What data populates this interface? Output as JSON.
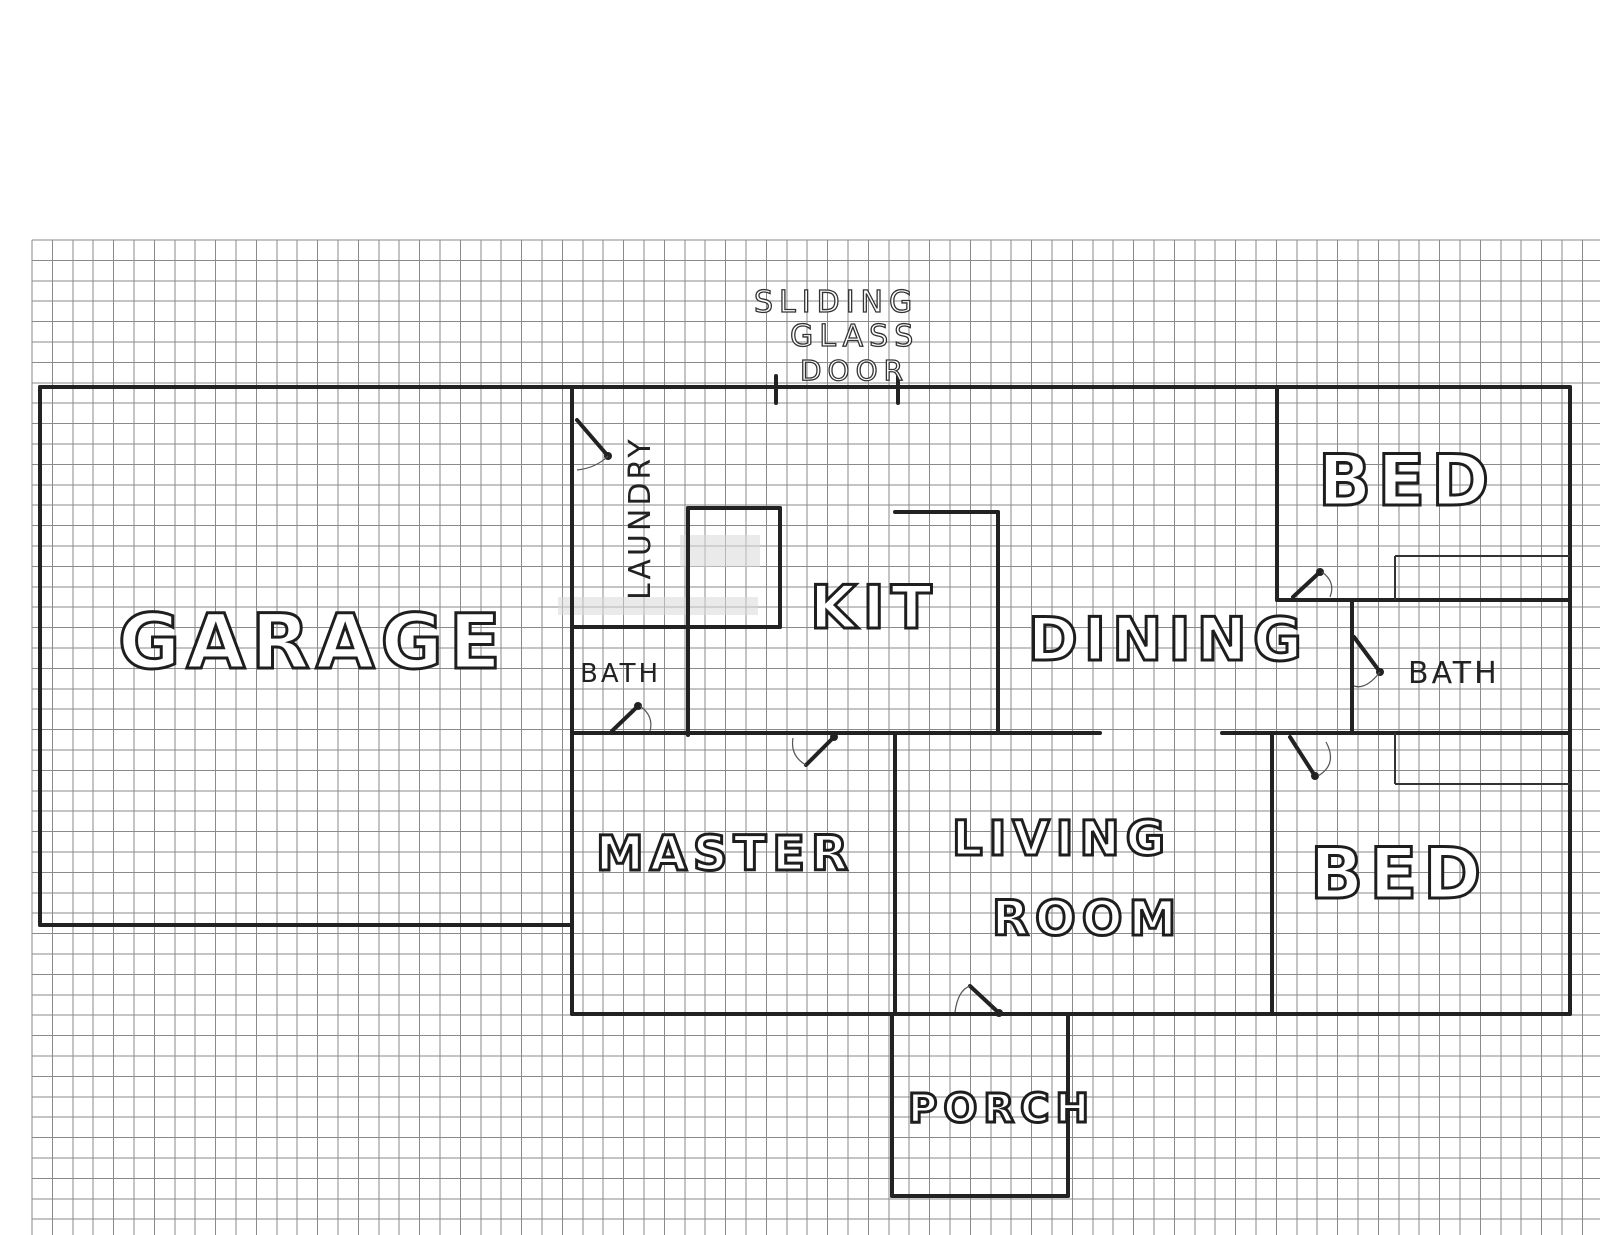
{
  "rooms": {
    "garage": "GARAGE",
    "kitchen": "KIT",
    "dining": "DINING",
    "laundry": "LAUNDRY",
    "bath_left": "BATH",
    "bath_right": "BATH",
    "bed_top": "BED",
    "bed_bottom": "BED",
    "master": "MASTER",
    "living_line1": "LIVING",
    "living_line2": "ROOM",
    "porch": "PORCH"
  },
  "annotations": {
    "sliding_line1": "SLIDING",
    "sliding_line2": "GLASS",
    "sliding_line3": "DOOR"
  }
}
